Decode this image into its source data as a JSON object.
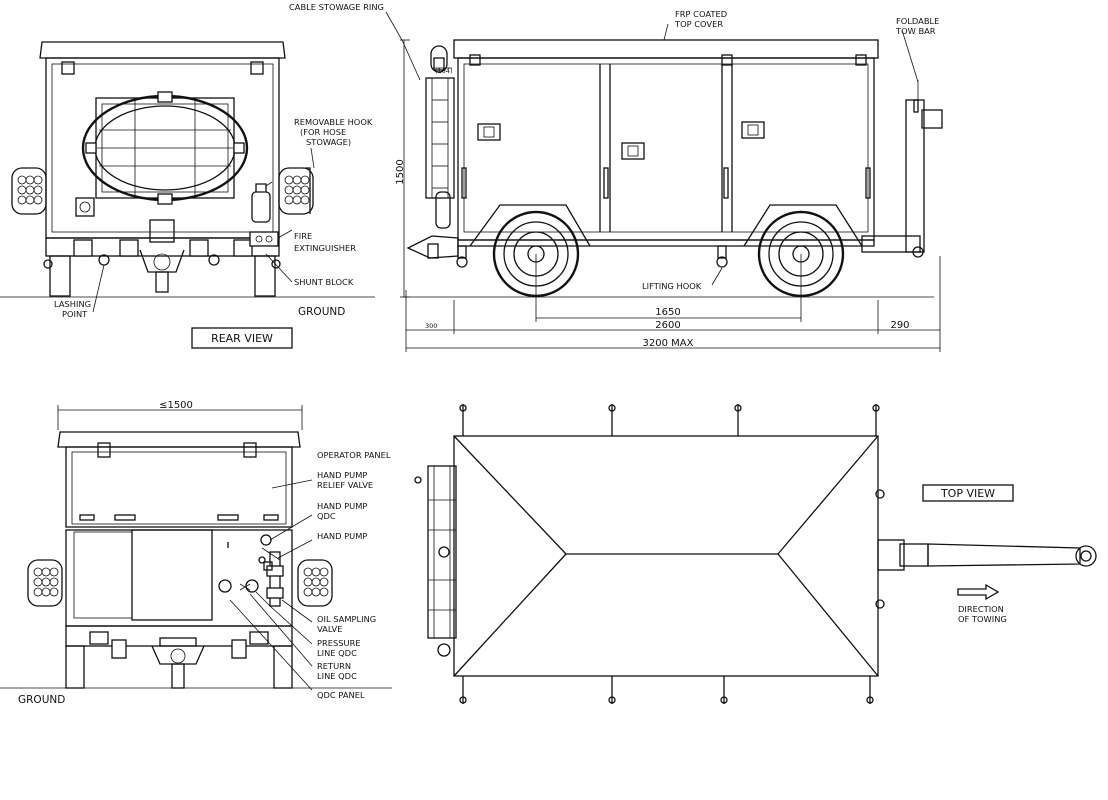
{
  "labels": {
    "cable_stowage_ring": "CABLE STOWAGE RING",
    "frp_line1": "FRP COATED",
    "frp_line2": "TOP COVER",
    "tow_line1": "FOLDABLE",
    "tow_line2": "TOW BAR",
    "hook_line1": "REMOVABLE HOOK",
    "hook_line2": "(FOR HOSE",
    "hook_line3": "STOWAGE)",
    "fire_line1": "FIRE",
    "fire_line2": "EXTINGUISHER",
    "shunt_block": "SHUNT BLOCK",
    "lashing_line1": "LASHING",
    "lashing_line2": "POINT",
    "lifting_hook": "LIFTING HOOK",
    "operator_panel": "OPERATOR PANEL",
    "hprv_line1": "HAND PUMP",
    "hprv_line2": "RELIEF VALVE",
    "hpqdc_line1": "HAND PUMP",
    "hpqdc_line2": "QDC",
    "hand_pump": "HAND PUMP",
    "osv_line1": "OIL SAMPLING",
    "osv_line2": "VALVE",
    "pl_line1": "PRESSURE",
    "pl_line2": "LINE QDC",
    "rl_line1": "RETURN",
    "rl_line2": "LINE QDC",
    "qdc_panel": "QDC PANEL",
    "direction_line1": "DIRECTION",
    "direction_line2": "OF TOWING",
    "ground_top": "GROUND",
    "ground_bottom": "GROUND"
  },
  "views": {
    "rear_view": "REAR VIEW",
    "top_view": "TOP VIEW"
  },
  "dimensions": {
    "d164": "(164)",
    "d1500_vertical": "1500",
    "d1650": "1650",
    "d2600": "2600",
    "d300": "300",
    "d290": "290",
    "d3200": "3200 MAX",
    "d1500_width": "≤1500"
  }
}
